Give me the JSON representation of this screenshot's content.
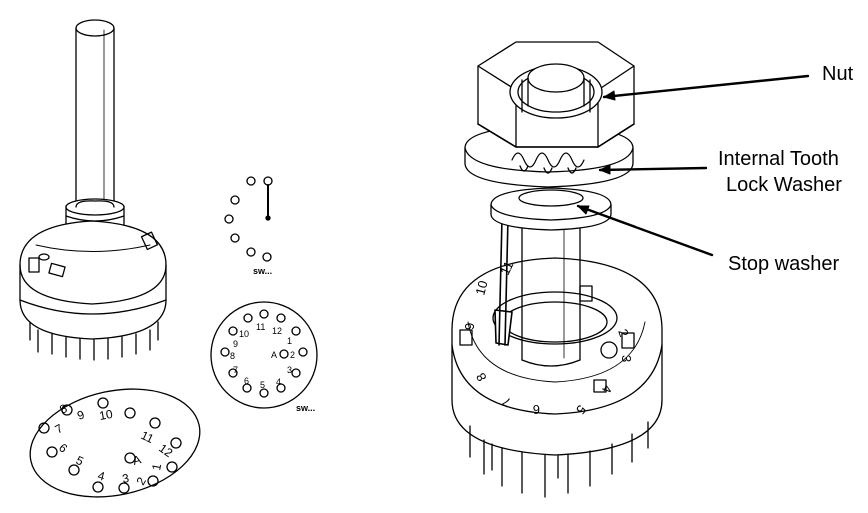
{
  "labels": {
    "nut": "Nut",
    "washer_line1": "Internal Tooth",
    "washer_line2": "Lock Washer",
    "stop_washer": "Stop washer"
  },
  "schematic_top": {
    "caption": "sw..."
  },
  "schematic_circle": {
    "caption": "sw...",
    "numbers": [
      "1",
      "2",
      "3",
      "4",
      "5",
      "6",
      "7",
      "8",
      "9",
      "10",
      "11",
      "12"
    ],
    "center": "A"
  },
  "disc": {
    "numbers": [
      "1",
      "2",
      "3",
      "4",
      "5",
      "6",
      "7",
      "8",
      "9",
      "10",
      "11",
      "12"
    ],
    "center": "A"
  },
  "knob_marks": [
    "2",
    "3",
    "4",
    "5",
    "6",
    "7",
    "8",
    "9",
    "10",
    "11"
  ]
}
